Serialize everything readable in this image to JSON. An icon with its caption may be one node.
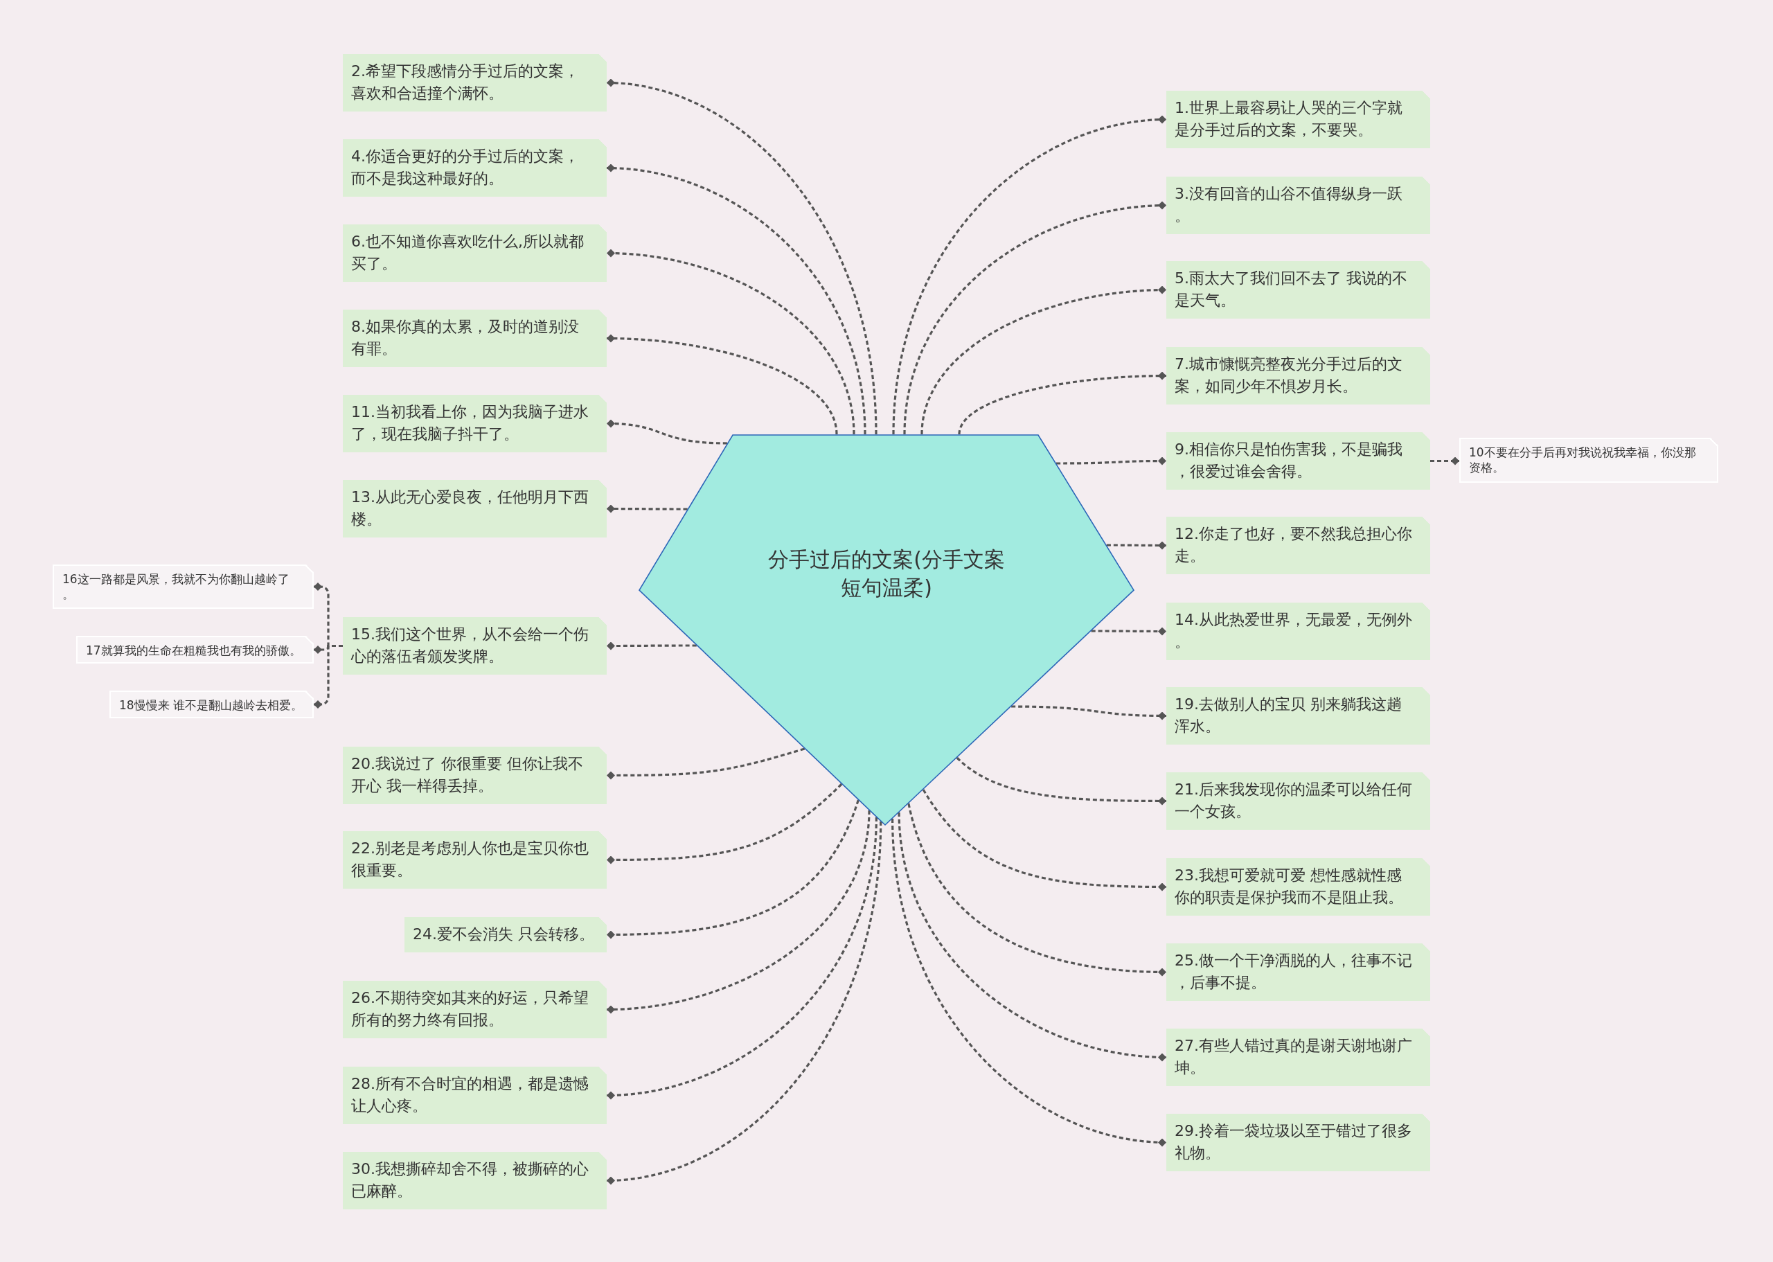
{
  "diagram": {
    "nodes": [
      {
        "text": [
          "分手过后的文案(分手文案短句温柔)"
        ]
      },
      {
        "text": [
          "1.世界上最容易让人哭的三个字就是分手过后的文案，不要哭。"
        ]
      },
      {
        "text": [
          "2.希望下段感情分手过后的文案，喜欢和合适撞个满怀。"
        ]
      },
      {
        "text": [
          "3.没有回音的山谷不值得纵身一跃。"
        ]
      },
      {
        "text": [
          "4.你适合更好的分手过后的文案，而不是我这种最好的。"
        ]
      },
      {
        "text": [
          "5.雨太大了我们回不去了 我说的不是天气。"
        ]
      },
      {
        "text": [
          "6.也不知道你喜欢吃什么,所以就都买了。"
        ]
      },
      {
        "text": [
          "7.城市慷慨亮整夜光分手过后的文案，如同少年不惧岁月长。"
        ]
      },
      {
        "text": [
          "8.如果你真的太累，及时的道别没有罪。"
        ]
      },
      {
        "text": [
          "9.相信你只是怕伤害我，不是骗我，很爱过谁会舍得。"
        ]
      },
      {
        "text": [
          "10不要在分手后再对我说祝我幸福，你没那资格。"
        ]
      },
      {
        "text": [
          "11.当初我看上你，因为我脑子进水了，现在我脑子抖干了。"
        ]
      },
      {
        "text": [
          "12.你走了也好，要不然我总担心你走。"
        ]
      },
      {
        "text": [
          "13.从此无心爱良夜，任他明月下西楼。"
        ]
      },
      {
        "text": [
          "14.从此热爱世界，无最爱，无例外。"
        ]
      },
      {
        "text": [
          "15.我们这个世界，从不会给一个伤心的落伍者颁发奖牌。"
        ]
      },
      {
        "text": [
          "16这一路都是风景，我就不为你翻山越岭了。"
        ]
      },
      {
        "text": [
          "17就算我的生命在粗糙我也有我的骄傲。"
        ]
      },
      {
        "text": [
          "18慢慢来 谁不是翻山越岭去相爱。"
        ]
      },
      {
        "text": [
          "19.去做别人的宝贝 别来躺我这趟浑水。"
        ]
      },
      {
        "text": [
          "20.我说过了 你很重要 但你让我不开心 我一样得丢掉。"
        ]
      },
      {
        "text": [
          "21.后来我发现你的温柔可以给任何一个女孩。"
        ]
      },
      {
        "text": [
          "22.别老是考虑别人你也是宝贝你也很重要。"
        ]
      },
      {
        "text": [
          "23.我想可爱就可爱 想性感就性感你的职责是保护我而不是阻止我。"
        ]
      },
      {
        "text": [
          "24.爱不会消失 只会转移。"
        ]
      },
      {
        "text": [
          "25.做一个干净洒脱的人，往事不记，后事不提。"
        ]
      },
      {
        "text": [
          "26.不期待突如其来的好运，只希望所有的努力终有回报。"
        ]
      },
      {
        "text": [
          "27.有些人错过真的是谢天谢地谢广坤。"
        ]
      },
      {
        "text": [
          "28.所有不合时宜的相遇，都是遗憾让人心疼。"
        ]
      },
      {
        "text": [
          "29.拎着一袋垃圾以至于错过了很多礼物。"
        ]
      },
      {
        "text": [
          "30.我想撕碎却舍不得，被撕碎的心已麻醉。"
        ]
      }
    ],
    "edges": [
      {
        "from": 0,
        "to": 1,
        "arrow": "other"
      },
      {
        "from": 0,
        "to": 2,
        "arrow": "other"
      },
      {
        "from": 0,
        "to": 3,
        "arrow": "other"
      },
      {
        "from": 0,
        "to": 4,
        "arrow": "other"
      },
      {
        "from": 0,
        "to": 5,
        "arrow": "other"
      },
      {
        "from": 0,
        "to": 6,
        "arrow": "other"
      },
      {
        "from": 0,
        "to": 7,
        "arrow": "other"
      },
      {
        "from": 0,
        "to": 8,
        "arrow": "other"
      },
      {
        "from": 0,
        "to": 9,
        "arrow": "other"
      },
      {
        "from": 9,
        "to": 10,
        "arrow": "other"
      },
      {
        "from": 0,
        "to": 11,
        "arrow": "other"
      },
      {
        "from": 0,
        "to": 12,
        "arrow": "other"
      },
      {
        "from": 0,
        "to": 13,
        "arrow": "other"
      },
      {
        "from": 0,
        "to": 14,
        "arrow": "other"
      },
      {
        "from": 0,
        "to": 15,
        "arrow": "other"
      },
      {
        "from": 15,
        "to": 16,
        "arrow": "other"
      },
      {
        "from": 15,
        "to": 17,
        "arrow": "other"
      },
      {
        "from": 15,
        "to": 18,
        "arrow": "other"
      },
      {
        "from": 0,
        "to": 19,
        "arrow": "other"
      },
      {
        "from": 0,
        "to": 20,
        "arrow": "other"
      },
      {
        "from": 0,
        "to": 21,
        "arrow": "other"
      },
      {
        "from": 0,
        "to": 22,
        "arrow": "other"
      },
      {
        "from": 0,
        "to": 23,
        "arrow": "other"
      },
      {
        "from": 0,
        "to": 24,
        "arrow": "other"
      },
      {
        "from": 0,
        "to": 25,
        "arrow": "other"
      },
      {
        "from": 0,
        "to": 26,
        "arrow": "other"
      },
      {
        "from": 0,
        "to": 27,
        "arrow": "other"
      },
      {
        "from": 0,
        "to": 28,
        "arrow": "other"
      },
      {
        "from": 0,
        "to": 29,
        "arrow": "other"
      },
      {
        "from": 0,
        "to": 30,
        "arrow": "other"
      }
    ]
  }
}
